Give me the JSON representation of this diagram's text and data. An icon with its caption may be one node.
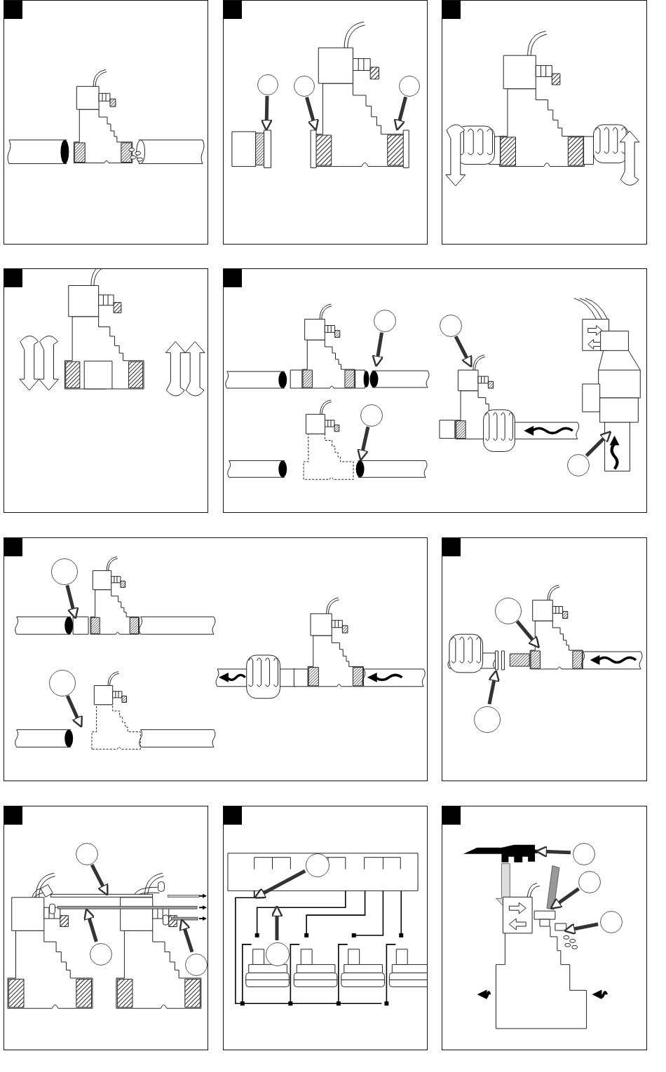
{
  "diagram": {
    "nodes": [
      {
        "text": [],
        "shape": "box"
      },
      {
        "text": [],
        "shape": "box"
      },
      {
        "text": [],
        "shape": "circle",
        "in": 1
      },
      {
        "text": [],
        "shape": "circle",
        "in": 1
      },
      {
        "text": [],
        "shape": "circle",
        "in": 1
      },
      {
        "text": [],
        "shape": "box"
      },
      {
        "text": [],
        "shape": "box"
      },
      {
        "text": [],
        "shape": "box"
      },
      {
        "text": [],
        "shape": "circle",
        "in": 7
      },
      {
        "text": [],
        "shape": "circle",
        "in": 7
      },
      {
        "text": [],
        "shape": "circle",
        "in": 7
      },
      {
        "text": [],
        "shape": "circle",
        "in": 7
      },
      {
        "text": [],
        "shape": "box"
      },
      {
        "text": [],
        "shape": "circle",
        "in": 12
      },
      {
        "text": [],
        "shape": "circle",
        "in": 12
      },
      {
        "text": [],
        "shape": "box"
      },
      {
        "text": [],
        "shape": "circle",
        "in": 15
      },
      {
        "text": [],
        "shape": "circle",
        "in": 15
      },
      {
        "text": [],
        "shape": "box"
      },
      {
        "text": [],
        "shape": "circle",
        "in": 18
      },
      {
        "text": [],
        "shape": "circle",
        "in": 18
      },
      {
        "text": [],
        "shape": "circle",
        "in": 18
      },
      {
        "text": [],
        "shape": "box"
      },
      {
        "text": [],
        "shape": "circle",
        "in": 22
      },
      {
        "text": [],
        "shape": "circle",
        "in": 22
      },
      {
        "text": [],
        "shape": "box"
      },
      {
        "text": [],
        "shape": "circle",
        "in": 25
      },
      {
        "text": [],
        "shape": "circle",
        "in": 25
      },
      {
        "text": [],
        "shape": "circle",
        "in": 25
      }
    ],
    "edges": [
      {
        "from": 2,
        "to": null,
        "arrow": "to"
      },
      {
        "from": 3,
        "to": null,
        "arrow": "to"
      },
      {
        "from": 4,
        "to": null,
        "arrow": "to"
      },
      {
        "from": 8,
        "to": null,
        "arrow": "to"
      },
      {
        "from": 9,
        "to": null,
        "arrow": "to"
      },
      {
        "from": 10,
        "to": null,
        "arrow": "to"
      },
      {
        "from": 11,
        "to": null,
        "arrow": "to"
      },
      {
        "from": 13,
        "to": null,
        "arrow": "to"
      },
      {
        "from": 14,
        "to": null,
        "arrow": "to"
      },
      {
        "from": 16,
        "to": null,
        "arrow": "to"
      },
      {
        "from": 17,
        "to": null,
        "arrow": "to"
      },
      {
        "from": 19,
        "to": null,
        "arrow": "to"
      },
      {
        "from": 20,
        "to": null,
        "arrow": "to"
      },
      {
        "from": 21,
        "to": null,
        "arrow": "to"
      },
      {
        "from": 23,
        "to": null,
        "arrow": "to"
      },
      {
        "from": 24,
        "to": null,
        "arrow": "to"
      },
      {
        "from": 26,
        "to": null,
        "arrow": "to"
      },
      {
        "from": 27,
        "to": null,
        "arrow": "to"
      },
      {
        "from": 28,
        "to": null,
        "arrow": "to"
      }
    ]
  }
}
